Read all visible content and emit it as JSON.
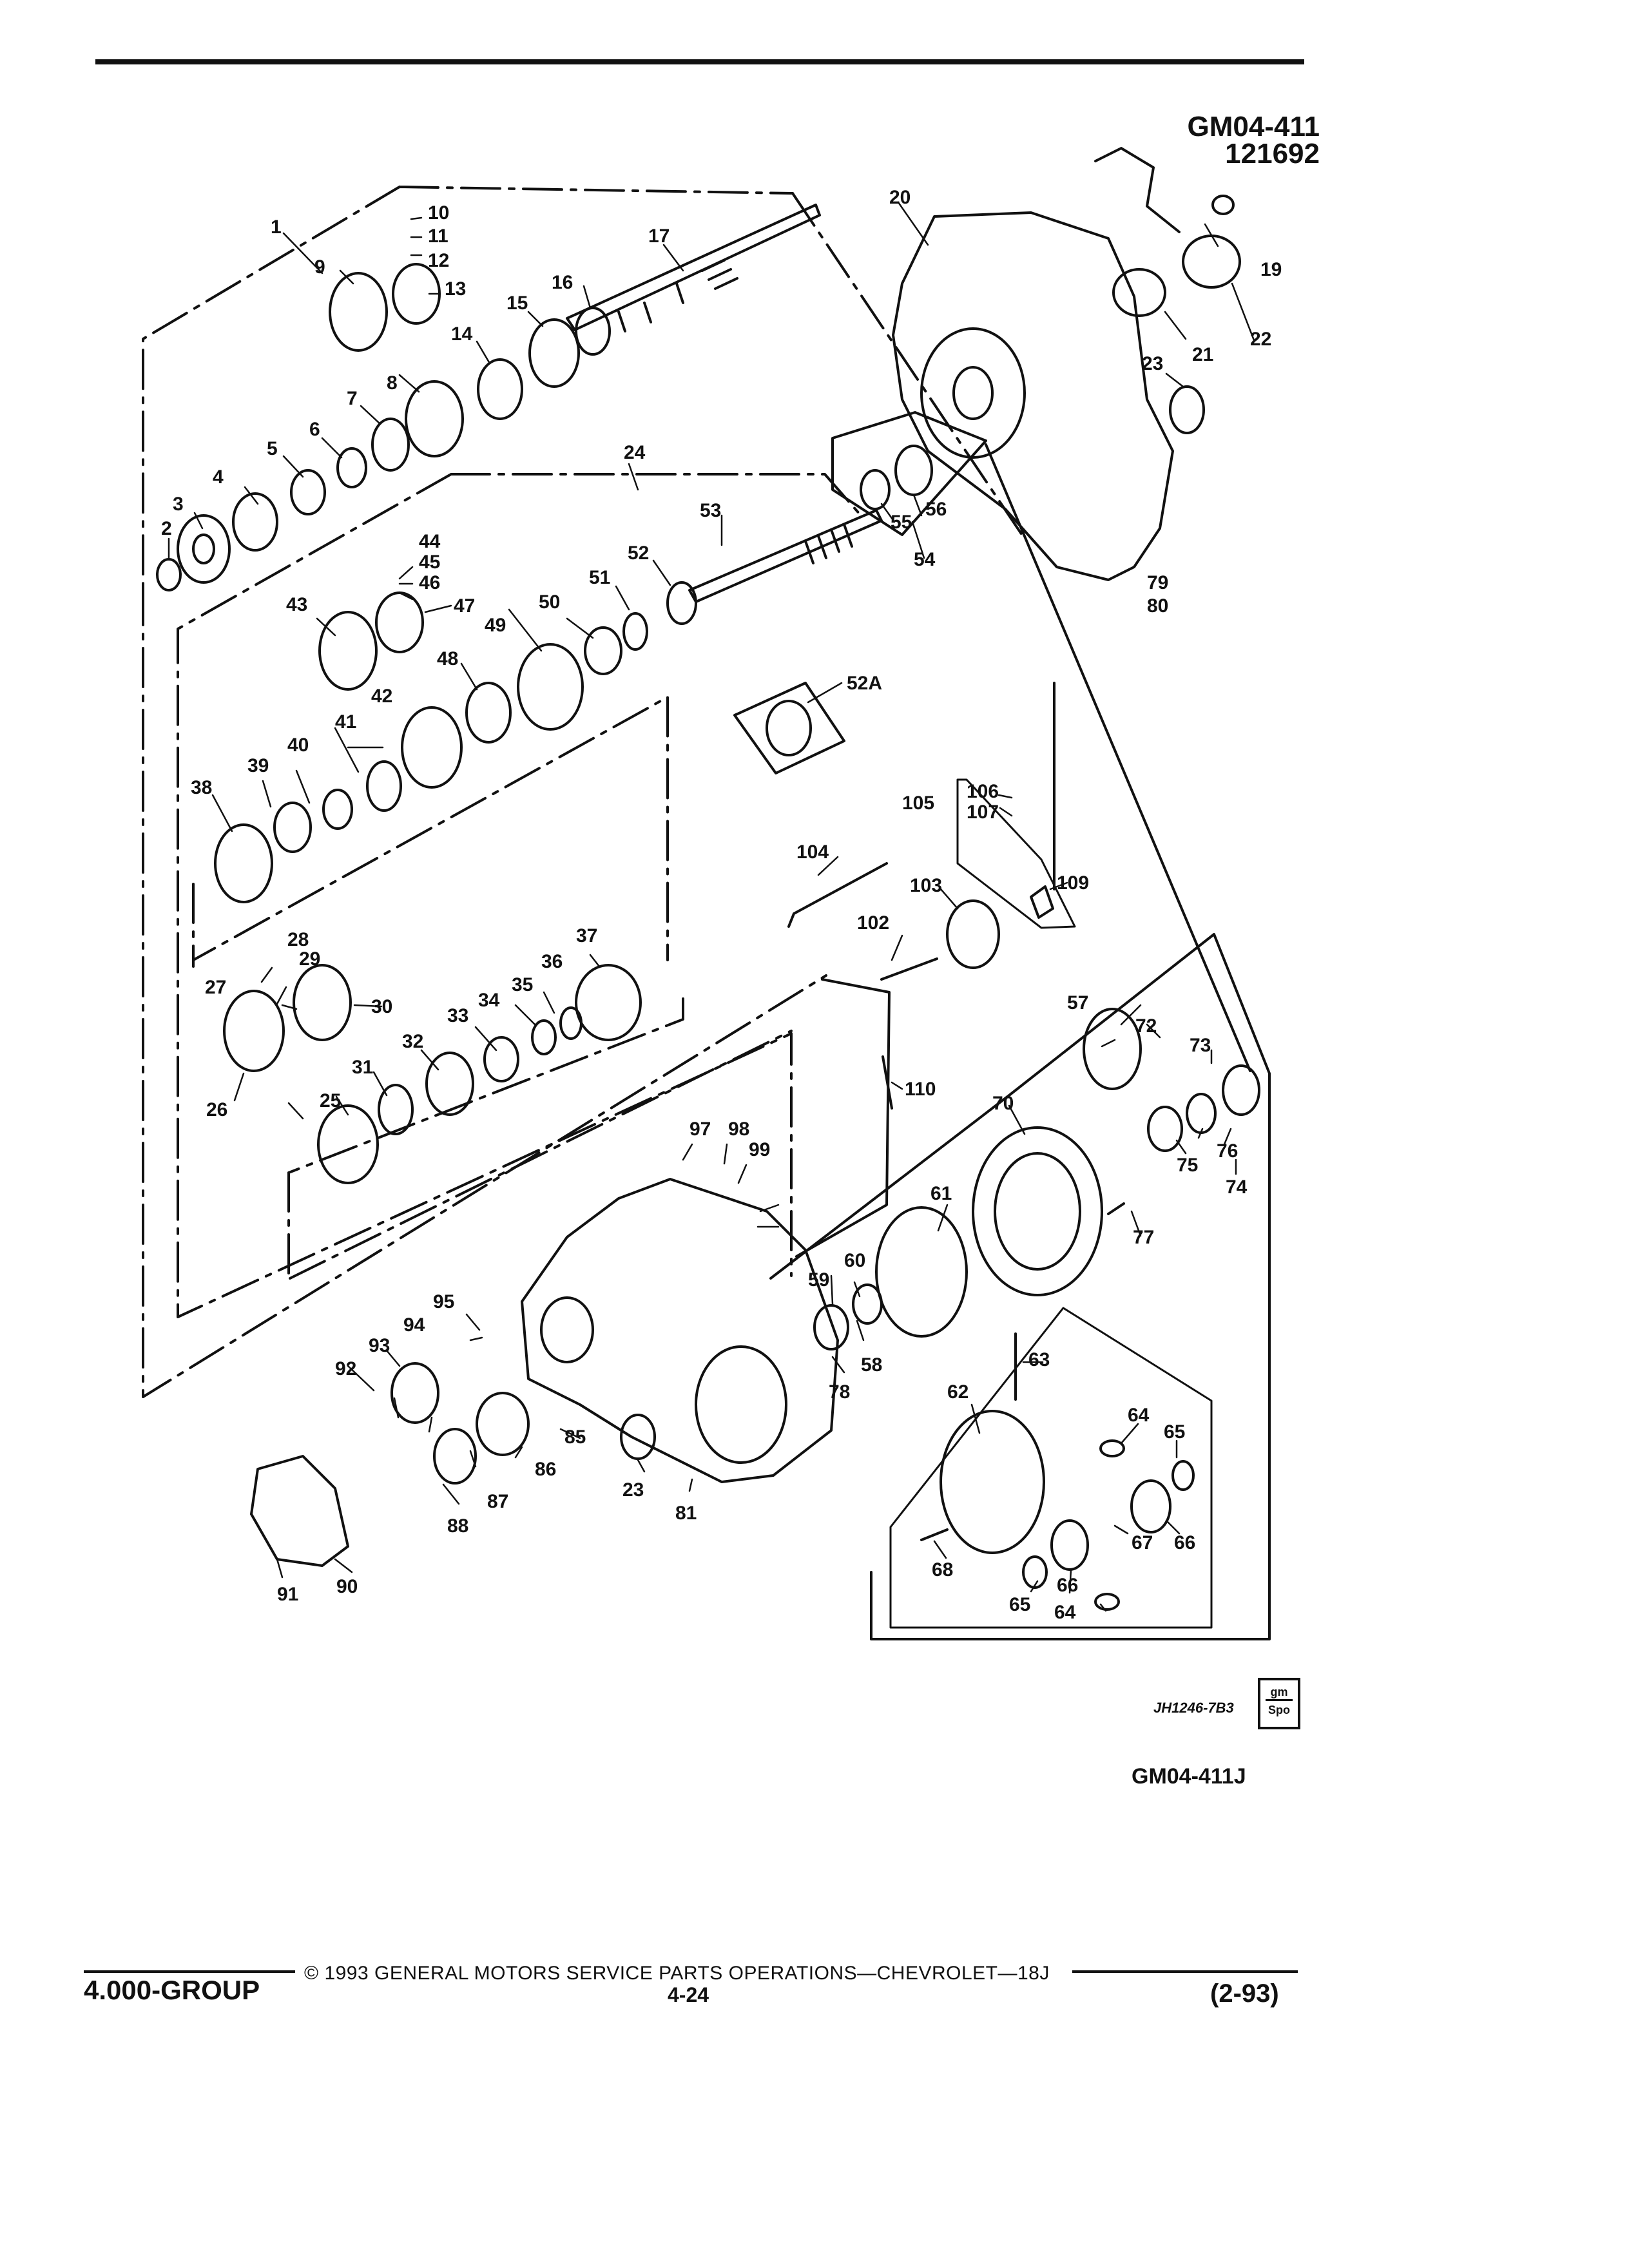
{
  "header": {
    "document_id": "GM04-411",
    "document_date": "121692"
  },
  "diagram": {
    "callouts": [
      "1",
      "2",
      "3",
      "4",
      "5",
      "6",
      "7",
      "8",
      "9",
      "10",
      "11",
      "12",
      "13",
      "14",
      "15",
      "16",
      "17",
      "19",
      "20",
      "21",
      "22",
      "23",
      "23",
      "24",
      "25",
      "26",
      "27",
      "28",
      "29",
      "30",
      "31",
      "32",
      "33",
      "34",
      "35",
      "36",
      "37",
      "38",
      "39",
      "40",
      "41",
      "42",
      "43",
      "44",
      "45",
      "46",
      "47",
      "48",
      "49",
      "50",
      "51",
      "52",
      "52A",
      "53",
      "54",
      "55",
      "56",
      "57",
      "58",
      "59",
      "60",
      "61",
      "62",
      "63",
      "64",
      "64",
      "65",
      "65",
      "66",
      "66",
      "67",
      "68",
      "70",
      "72",
      "73",
      "74",
      "75",
      "76",
      "77",
      "78",
      "79",
      "80",
      "81",
      "85",
      "86",
      "87",
      "88",
      "90",
      "91",
      "92",
      "93",
      "94",
      "95",
      "97",
      "98",
      "99",
      "102",
      "103",
      "104",
      "105",
      "106",
      "107",
      "109",
      "110"
    ],
    "illustration_code": "JH1246-7B3",
    "logo_text": [
      "gm",
      "Spo"
    ],
    "figure_id": "GM04-411J"
  },
  "footer": {
    "group_label": "4.000-GROUP",
    "copyright": "© 1993 GENERAL MOTORS SERVICE PARTS OPERATIONS—CHEVROLET—18J",
    "page_number": "4-24",
    "revision": "(2-93)"
  }
}
